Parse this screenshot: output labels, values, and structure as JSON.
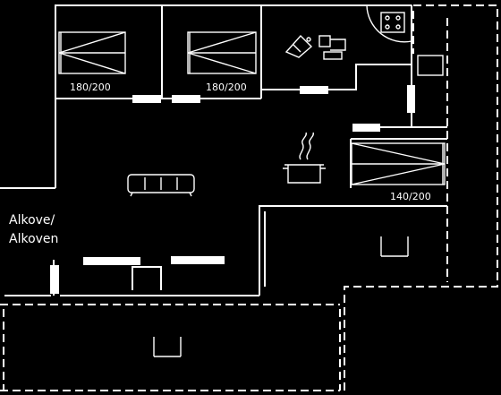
{
  "labels": {
    "bed_left": "180/200",
    "bed_right": "180/200",
    "bed_small": "140/200",
    "alcove_line1": "Alkove/",
    "alcove_line2": "Alkoven"
  },
  "icons": {
    "beds": "bed-icon",
    "shower": "shower-icon",
    "toilet": "toilet-icon",
    "stove": "stove-icon",
    "pot": "cooking-pot-icon",
    "sofa": "sofa-icon",
    "window": "window-marker-icon"
  },
  "colors": {
    "background": "#000000",
    "lines": "#ffffff"
  }
}
